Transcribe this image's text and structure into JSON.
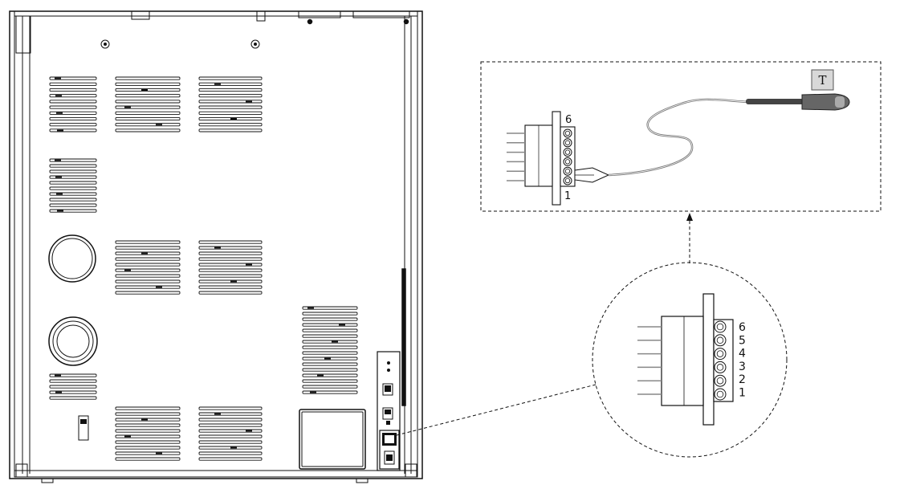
{
  "detail": {
    "pin_top": "6",
    "pin_bottom": "1",
    "probe_label": "T"
  },
  "zoom": {
    "pins": [
      "6",
      "5",
      "4",
      "3",
      "2",
      "1"
    ]
  },
  "style": {
    "line": "#111111",
    "gray": "#888888",
    "light": "#dddddd",
    "probe_dark": "#444444",
    "probe_tip": "#999999",
    "label_fill": "#d8d8d8"
  }
}
